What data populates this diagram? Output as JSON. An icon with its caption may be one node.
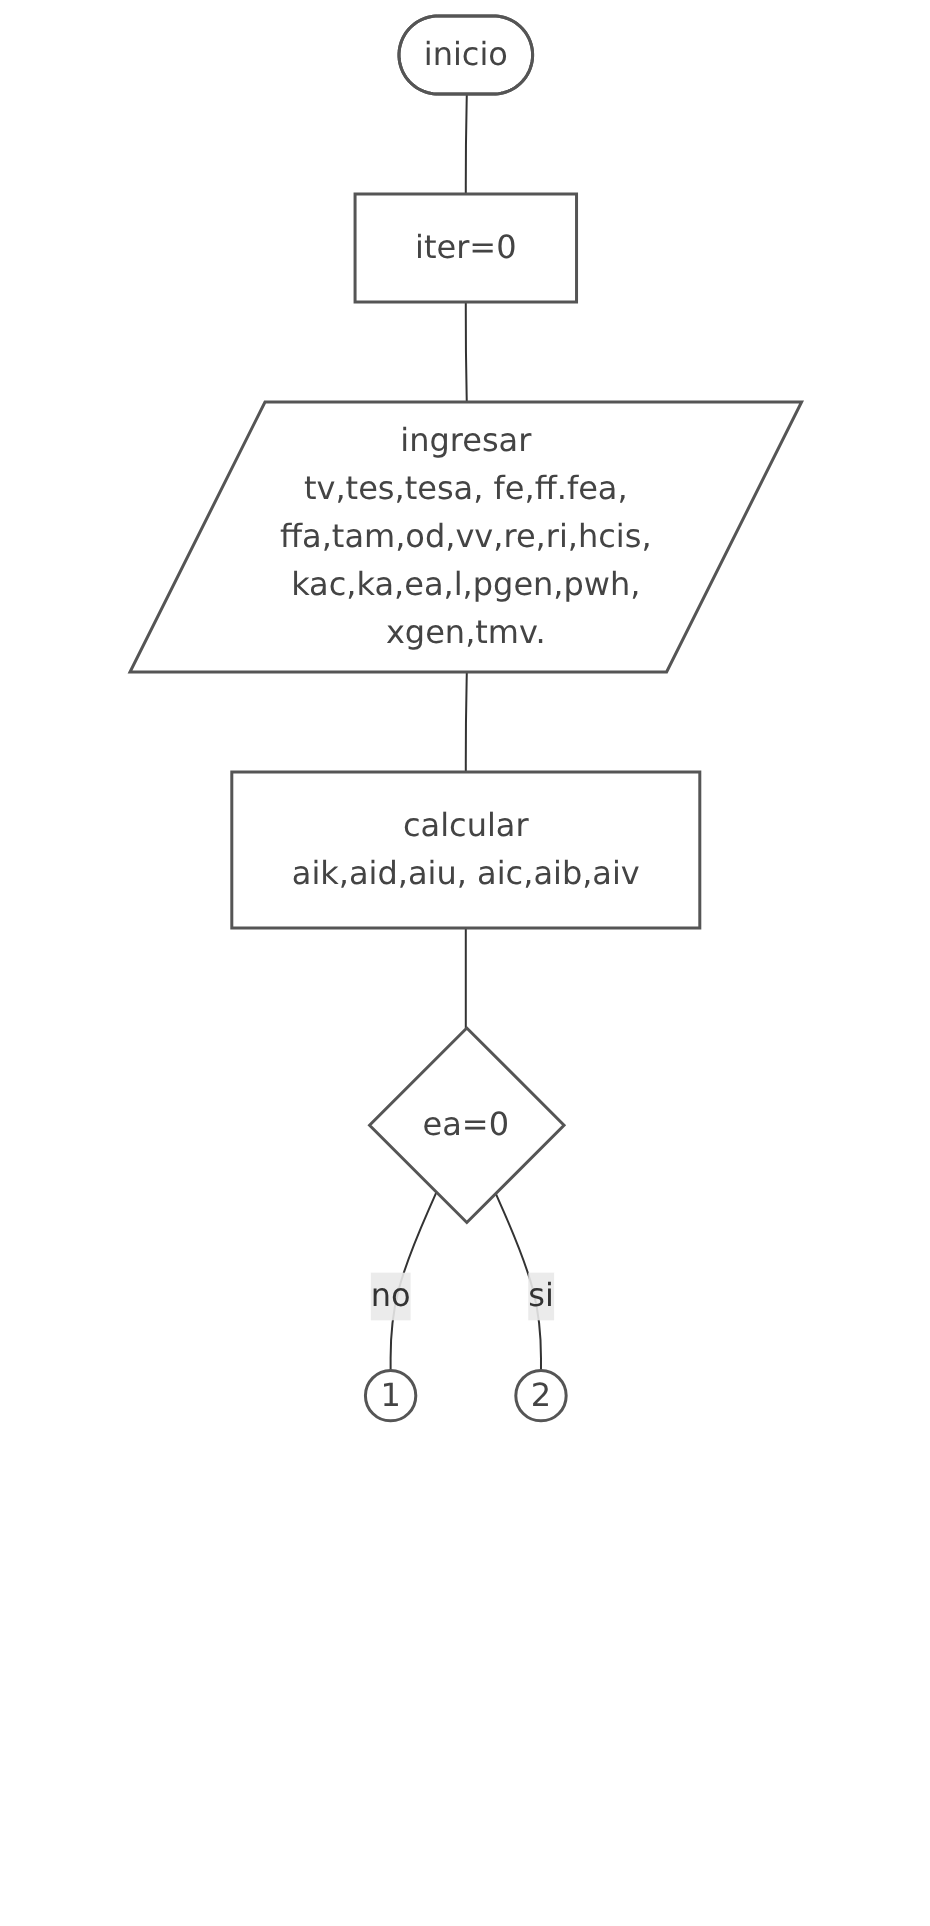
{
  "diagram": {
    "nodes": [
      {
        "text": [
          "inicio"
        ]
      },
      {
        "text": [
          "iter=0"
        ]
      },
      {
        "text": [
          "ingresar",
          "tv,tes,tesa, fe,ff.fea, ffa,tam,od,vv,re,ri,hcis, kac,ka,ea,l,pgen,pwh, xgen,tmv."
        ]
      },
      {
        "text": [
          "calcular",
          "aik,aid,aiu, aic,aib,aiv"
        ]
      },
      {
        "text": [
          "ea=0"
        ]
      },
      {
        "text": [
          "1"
        ]
      },
      {
        "text": [
          "2"
        ]
      }
    ],
    "edges": [
      {
        "from": 0,
        "to": 1,
        "arrow": "none"
      },
      {
        "from": 1,
        "to": 2,
        "arrow": "none"
      },
      {
        "from": 2,
        "to": 3,
        "arrow": "none"
      },
      {
        "from": 3,
        "to": 4,
        "arrow": "none"
      },
      {
        "from": 4,
        "to": 5,
        "label": "no",
        "arrow": "none"
      },
      {
        "from": 4,
        "to": 6,
        "label": "si",
        "arrow": "none"
      }
    ]
  }
}
